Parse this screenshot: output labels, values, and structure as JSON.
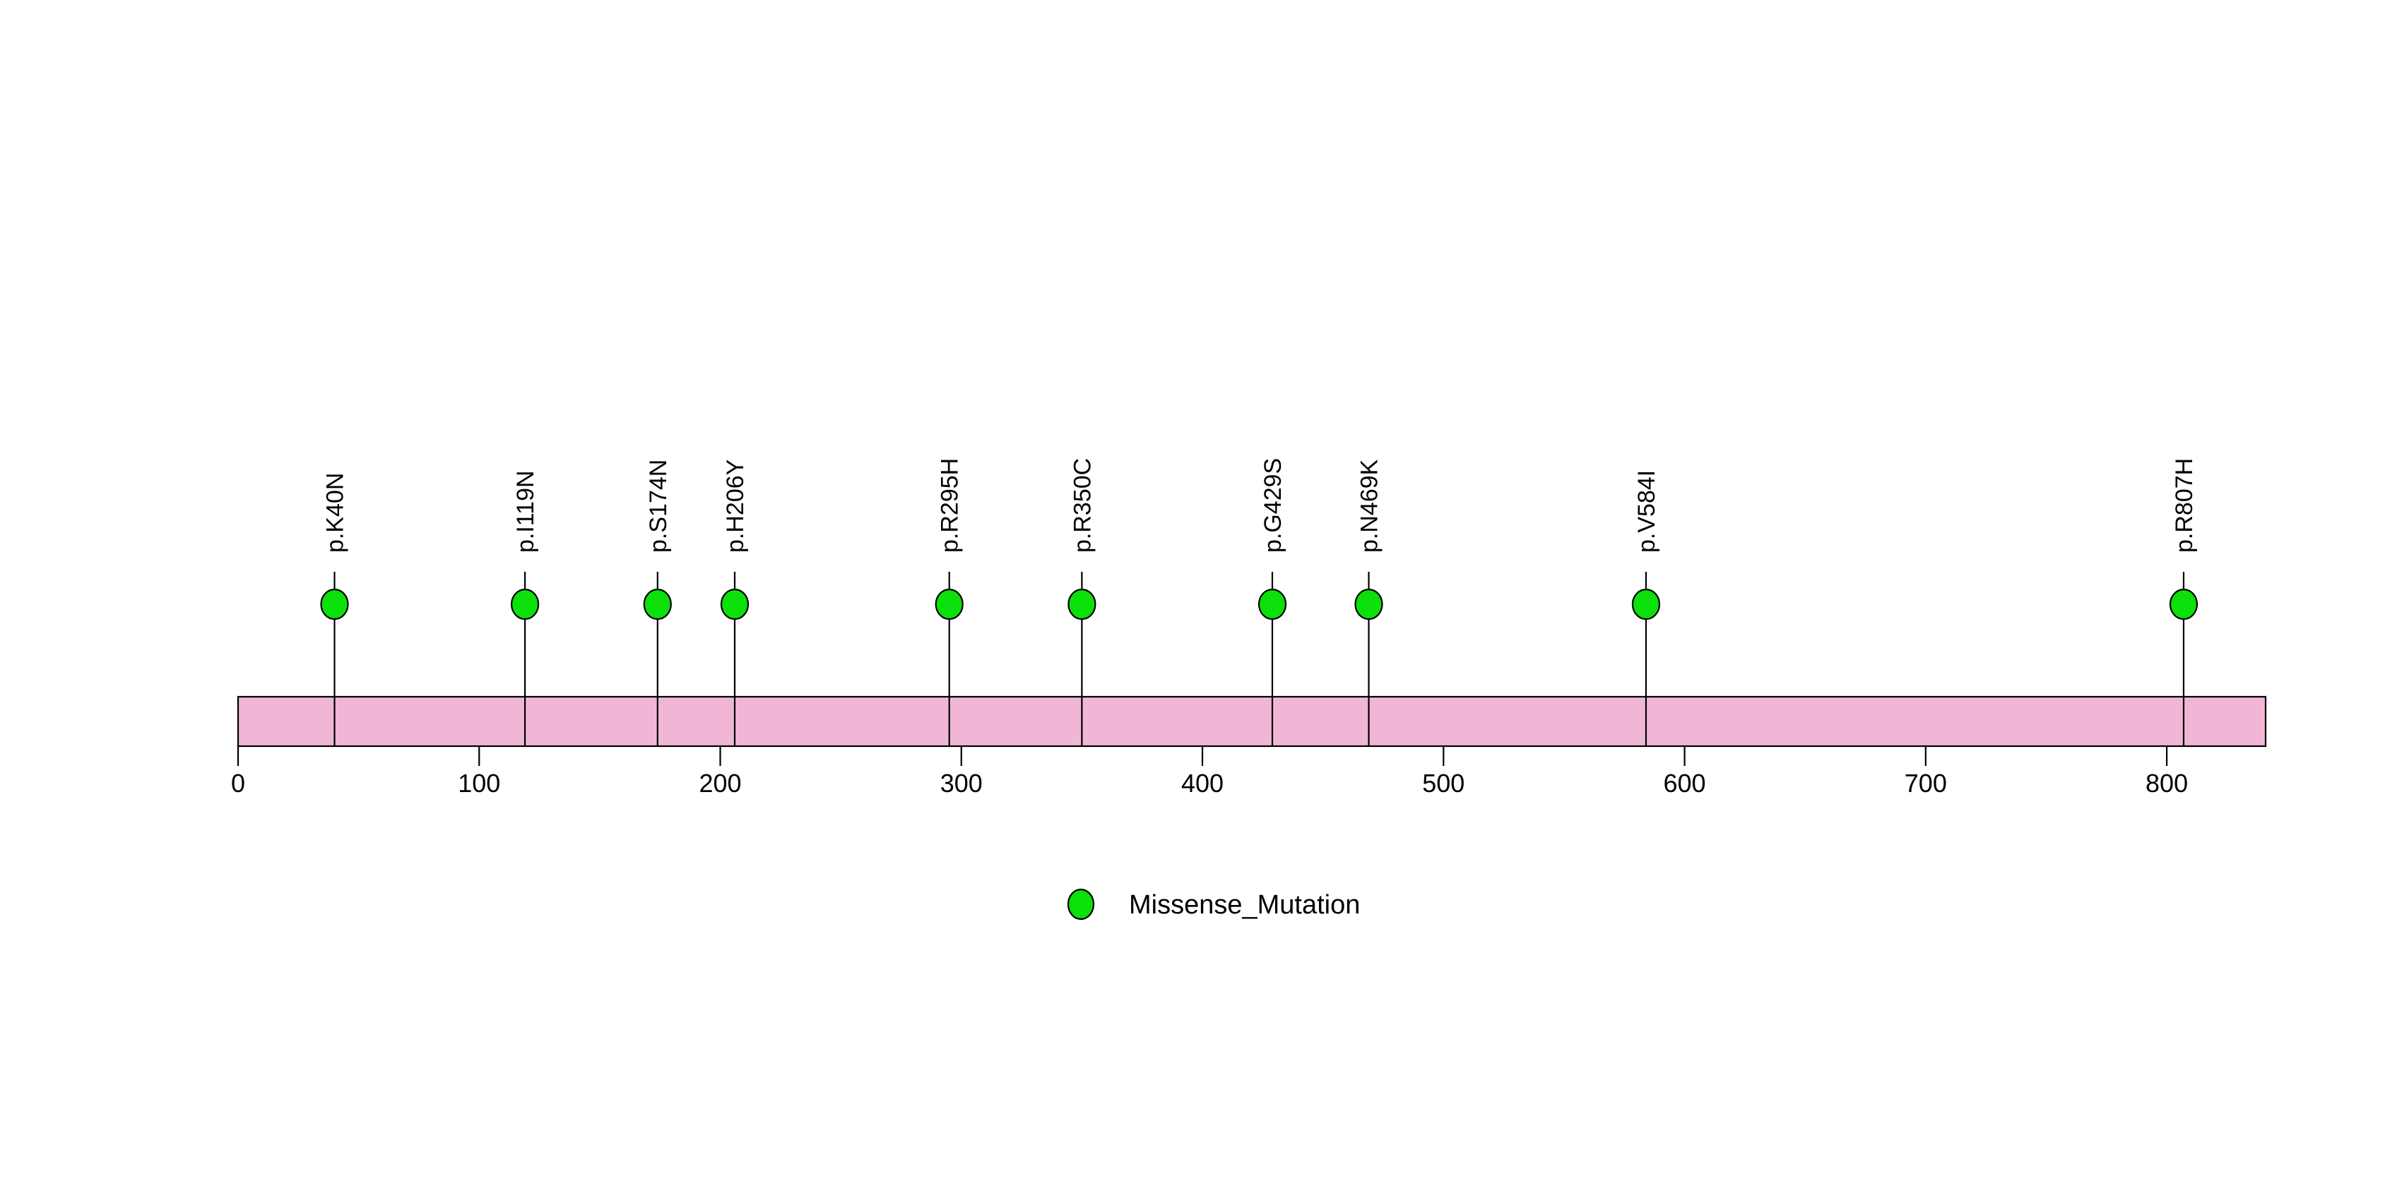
{
  "chart_data": {
    "type": "scatter",
    "variant": "lollipop_mutation_plot",
    "title": "",
    "xlabel": "",
    "ylabel": "",
    "grid": false,
    "xlim": [
      0,
      841
    ],
    "xticks": [
      0,
      100,
      200,
      300,
      400,
      500,
      600,
      700,
      800
    ],
    "protein_bar": {
      "start": 0,
      "end": 841,
      "fill_color": "#F1B6D5",
      "stroke_color": "#000000"
    },
    "mutation_classes": [
      {
        "name": "Missense_Mutation",
        "color": "#0BE00B"
      }
    ],
    "mutations": [
      {
        "label": "p.K40N",
        "position": 40,
        "class": "Missense_Mutation"
      },
      {
        "label": "p.I119N",
        "position": 119,
        "class": "Missense_Mutation"
      },
      {
        "label": "p.S174N",
        "position": 174,
        "class": "Missense_Mutation"
      },
      {
        "label": "p.H206Y",
        "position": 206,
        "class": "Missense_Mutation"
      },
      {
        "label": "p.R295H",
        "position": 295,
        "class": "Missense_Mutation"
      },
      {
        "label": "p.R350C",
        "position": 350,
        "class": "Missense_Mutation"
      },
      {
        "label": "p.G429S",
        "position": 429,
        "class": "Missense_Mutation"
      },
      {
        "label": "p.N469K",
        "position": 469,
        "class": "Missense_Mutation"
      },
      {
        "label": "p.V584I",
        "position": 584,
        "class": "Missense_Mutation"
      },
      {
        "label": "p.R807H",
        "position": 807,
        "class": "Missense_Mutation"
      }
    ],
    "legend": {
      "position": "bottom-center",
      "items": [
        {
          "label": "Missense_Mutation",
          "marker_color": "#0BE00B",
          "marker_stroke": "#000000"
        }
      ]
    },
    "colors": {
      "background": "#FFFFFF",
      "stem": "#000000",
      "text": "#000000"
    }
  }
}
